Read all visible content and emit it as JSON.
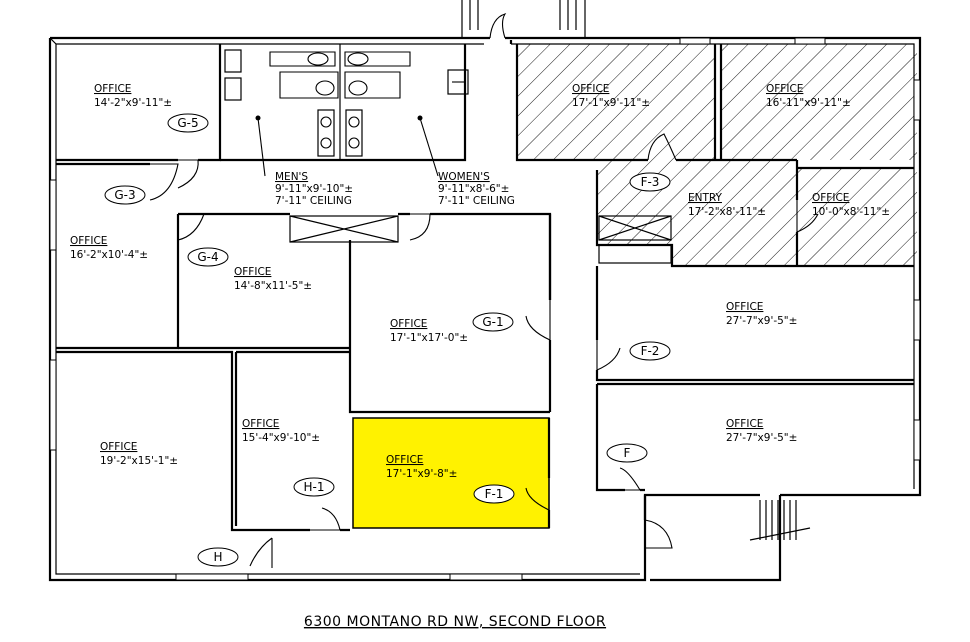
{
  "title": "6300 MONTANO RD NW, SECOND FLOOR",
  "colors": {
    "highlight": "#fff200",
    "hatch": "#000000",
    "wall": "#000000"
  },
  "rooms": {
    "office_nw": {
      "name": "OFFICE",
      "dims": "14'-2\"x9'-11\"±"
    },
    "office_g3": {
      "name": "OFFICE",
      "dims": "16'-2\"x10'-4\"±"
    },
    "office_g4": {
      "name": "OFFICE",
      "dims": "14'-8\"x11'-5\"±"
    },
    "office_g1": {
      "name": "OFFICE",
      "dims": "17'-1\"x17'-0\"±"
    },
    "office_sw": {
      "name": "OFFICE",
      "dims": "19'-2\"x15'-1\"±"
    },
    "office_h1": {
      "name": "OFFICE",
      "dims": "15'-4\"x9'-10\"±"
    },
    "office_f1": {
      "name": "OFFICE",
      "dims": "17'-1\"x9'-8\"±"
    },
    "office_n1": {
      "name": "OFFICE",
      "dims": "17'-1\"x9'-11\"±"
    },
    "office_n2": {
      "name": "OFFICE",
      "dims": "16'-11\"x9'-11\"±"
    },
    "entry": {
      "name": "ENTRY",
      "dims": "17'-2\"x8'-11\"±"
    },
    "office_ne": {
      "name": "OFFICE",
      "dims": "10'-0\"x8'-11\"±"
    },
    "office_f2": {
      "name": "OFFICE",
      "dims": "27'-7\"x9'-5\"±"
    },
    "office_f": {
      "name": "OFFICE",
      "dims": "27'-7\"x9'-5\"±"
    },
    "mens": {
      "name": "MEN'S",
      "dims": "9'-11\"x9'-10\"±",
      "ceiling": "7'-11\" CEILING"
    },
    "womens": {
      "name": "WOMEN'S",
      "dims": "9'-11\"x8'-6\"±",
      "ceiling": "7'-11\" CEILING"
    }
  },
  "tags": {
    "g5": "G-5",
    "g3": "G-3",
    "g4": "G-4",
    "g1": "G-1",
    "f3": "F-3",
    "f2": "F-2",
    "f1": "F-1",
    "f": "F",
    "h1": "H-1",
    "h": "H"
  }
}
